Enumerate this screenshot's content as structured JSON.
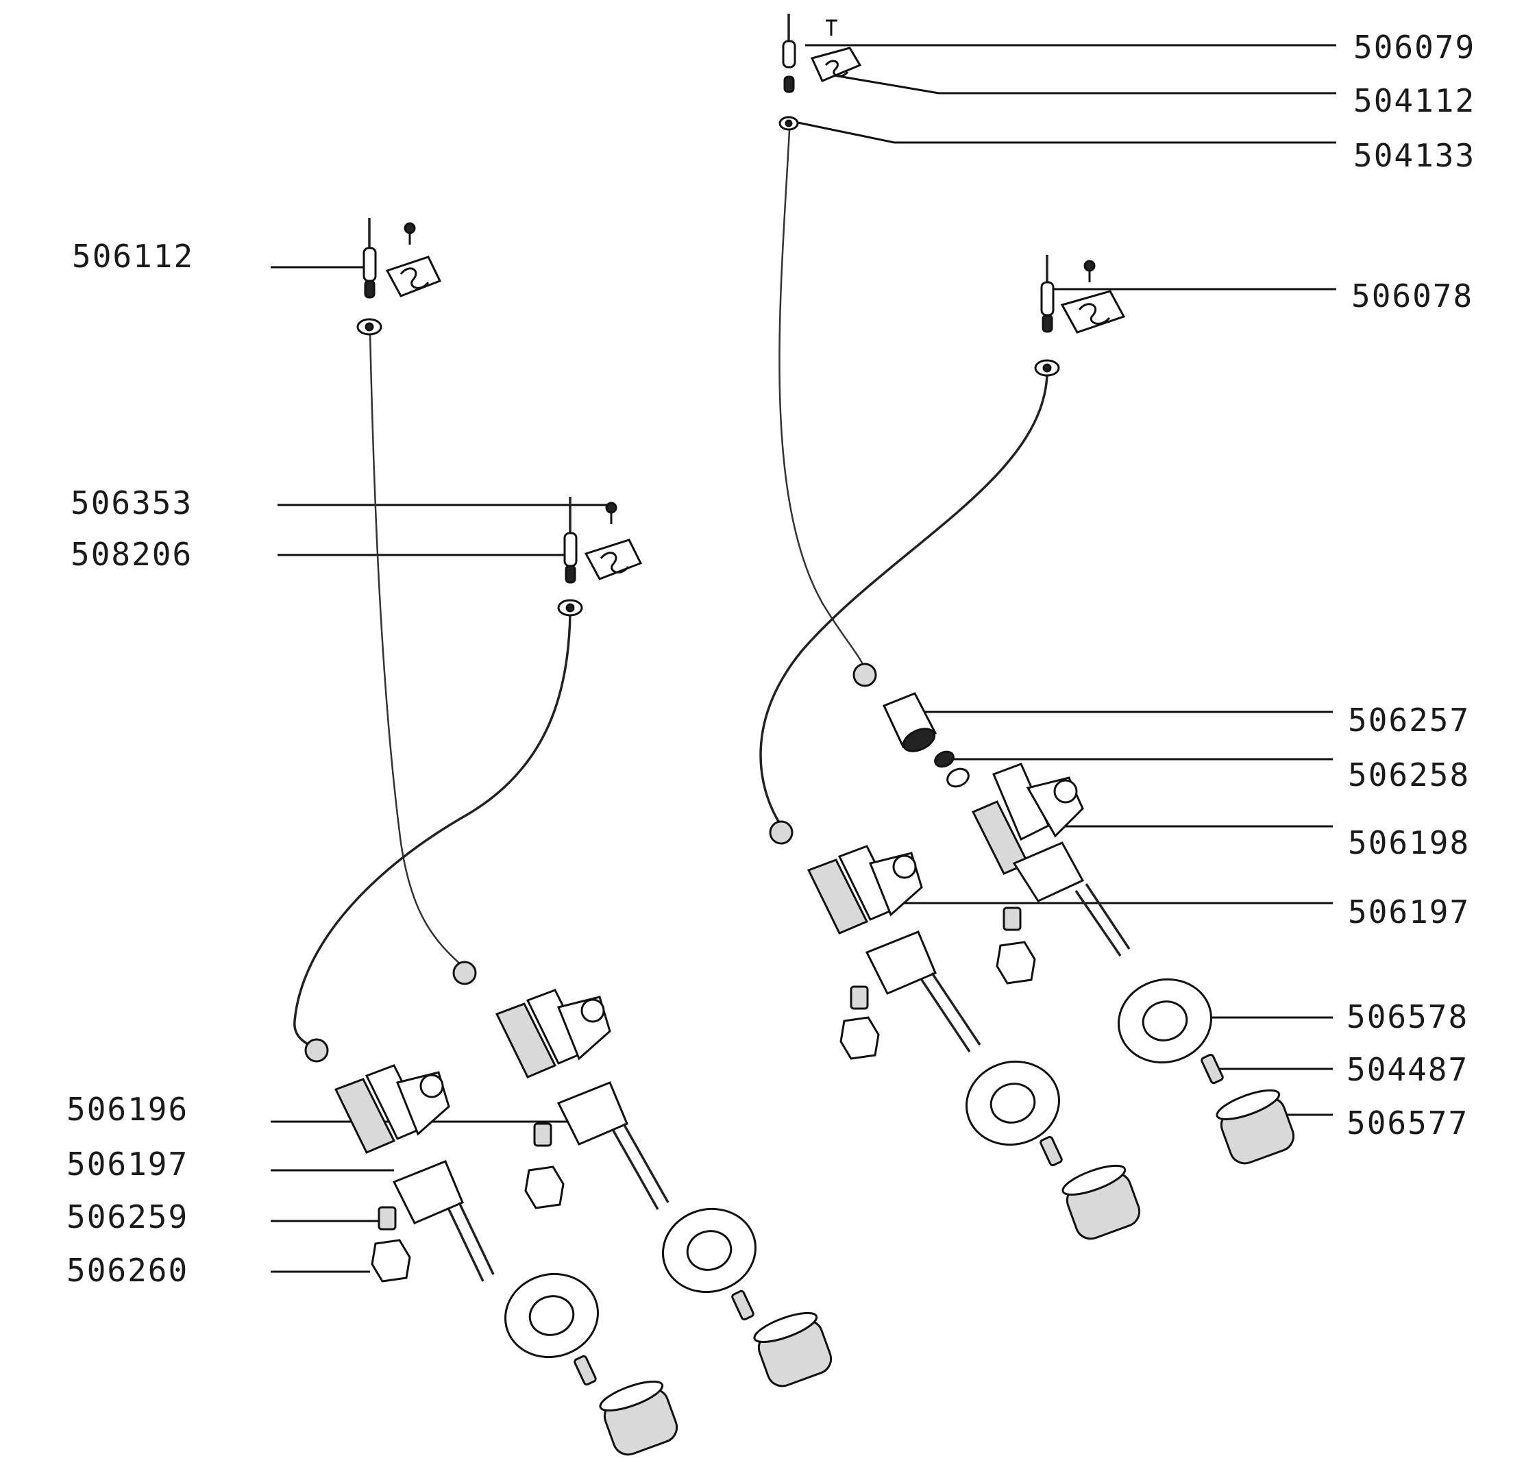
{
  "labels": {
    "l506079": "506079",
    "l504112": "504112",
    "l504133": "504133",
    "l506112": "506112",
    "l506078": "506078",
    "l506353": "506353",
    "l508206": "508206",
    "l506257": "506257",
    "l506258": "506258",
    "l506198": "506198",
    "l506197r": "506197",
    "l506578": "506578",
    "l504487": "504487",
    "l506577": "506577",
    "l506196": "506196",
    "l506197l": "506197",
    "l506259": "506259",
    "l506260": "506260"
  },
  "colors": {
    "ink": "#111111",
    "paper": "#ffffff"
  }
}
